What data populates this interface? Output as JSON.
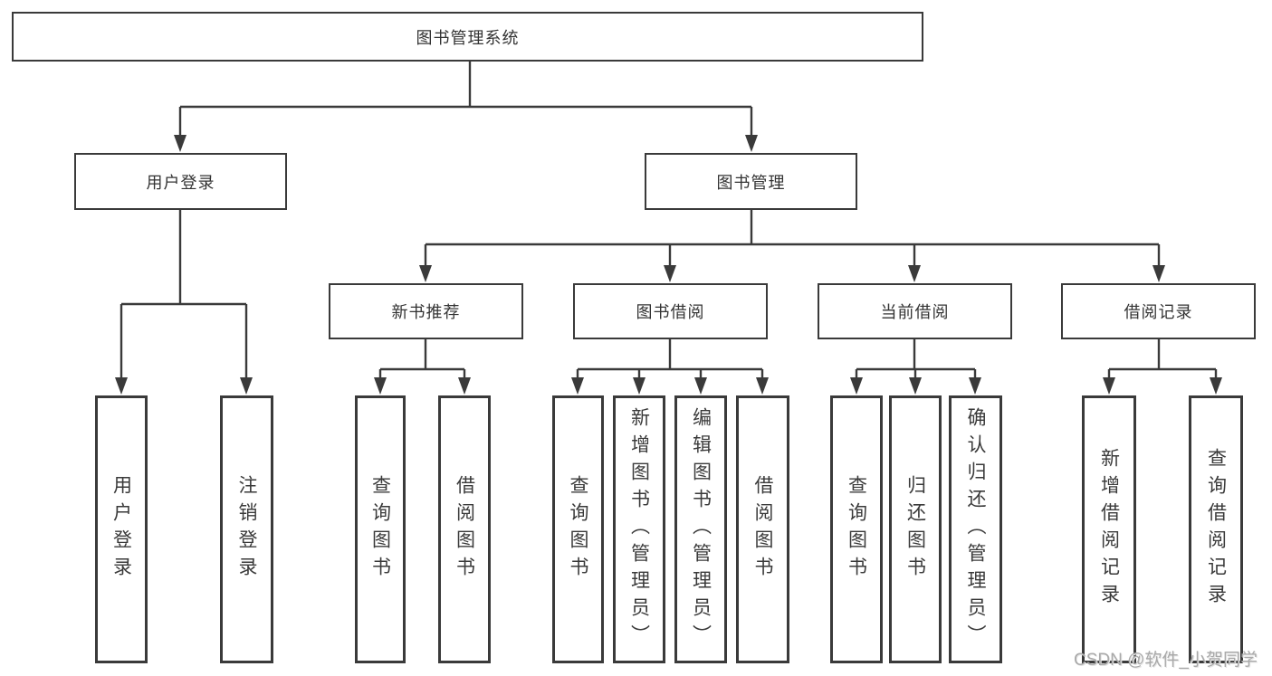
{
  "tree": {
    "root": {
      "label": "图书管理系统",
      "children": [
        {
          "label": "用户登录",
          "children": [
            {
              "label": "用户登录"
            },
            {
              "label": "注销登录"
            }
          ]
        },
        {
          "label": "图书管理",
          "children": [
            {
              "label": "新书推荐",
              "children": [
                {
                  "label": "查询图书"
                },
                {
                  "label": "借阅图书"
                }
              ]
            },
            {
              "label": "图书借阅",
              "children": [
                {
                  "label": "查询图书"
                },
                {
                  "label": "新增图书（管理员）"
                },
                {
                  "label": "编辑图书（管理员）"
                },
                {
                  "label": "借阅图书"
                }
              ]
            },
            {
              "label": "当前借阅",
              "children": [
                {
                  "label": "查询图书"
                },
                {
                  "label": "归还图书"
                },
                {
                  "label": "确认归还（管理员）"
                }
              ]
            },
            {
              "label": "借阅记录",
              "children": [
                {
                  "label": "新增借阅记录"
                },
                {
                  "label": "查询借阅记录"
                }
              ]
            }
          ]
        }
      ]
    }
  },
  "watermark": {
    "text": "CSDN @软件_小贺同学"
  },
  "colors": {
    "line": "#3a3a3a",
    "text": "#333333",
    "watermark": "#a9a9a9",
    "background": "#ffffff"
  }
}
